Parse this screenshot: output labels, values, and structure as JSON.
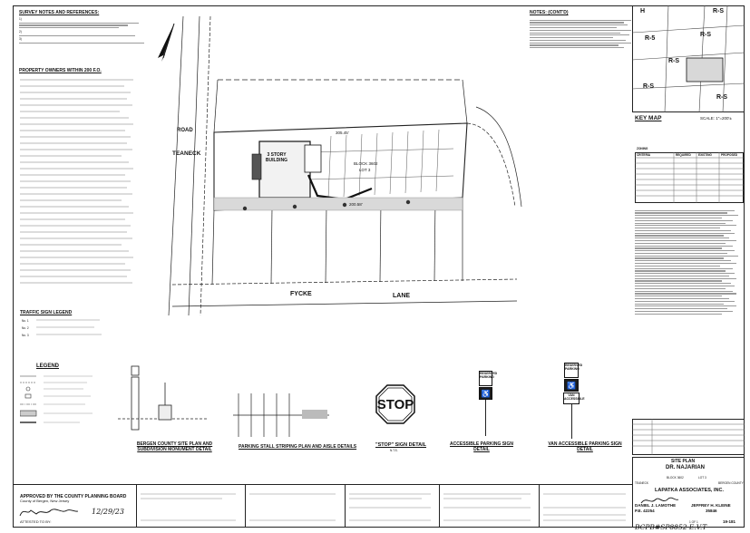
{
  "survey_notes": {
    "title": "SURVEY NOTES AND REFERENCES:",
    "items": [
      "1)",
      "2)",
      "3)"
    ]
  },
  "property_owners": {
    "title": "PROPERTY OWNERS WITHIN 200 F.O."
  },
  "site": {
    "road_teaneck": "TEANECK",
    "road_road": "ROAD",
    "road_fycke": "FYCKE",
    "road_lane": "LANE",
    "building_label": "3 STORY BUILDING",
    "block_label": "BLOCK 3602",
    "lot_label": "LOT 3",
    "dimension_top": "305.45'",
    "dimension_bottom": "200.58'"
  },
  "traffic_sign_legend": {
    "title": "TRAFFIC SIGN LEGEND",
    "rows": [
      "No. 1",
      "No. 2",
      "No. 3"
    ]
  },
  "legend": {
    "title": "LEGEND"
  },
  "notes_cont": {
    "title": "NOTES: (CONT'D)"
  },
  "key_map": {
    "labels": [
      "H",
      "R-S",
      "R-5",
      "R-S",
      "R-S",
      "R-S",
      "R-S"
    ],
    "caption": "KEY MAP",
    "scale": "SCALE: 1\"=200'±"
  },
  "zoning_table": {
    "title": "ZONING",
    "headers": [
      "CRITERIA",
      "REQUIRED",
      "EXISTING",
      "PROPOSED"
    ]
  },
  "details": {
    "bergen": "BERGEN COUNTY SITE PLAN AND SUBDIVISION MONUMENT DETAIL",
    "parking": "PARKING STALL STRIPING PLAN AND AISLE DETAILS",
    "stop_detail": "\"STOP\" SIGN DETAIL",
    "stop_scale": "N.T.S.",
    "stop_text": "STOP",
    "accessible": "ACCESSIBLE PARKING SIGN DETAIL",
    "van": "VAN ACCESSIBLE PARKING SIGN DETAIL",
    "reserved": "RESERVED PARKING",
    "van_sign": "VAN ACCESSIBLE"
  },
  "approvals": {
    "county": "APPROVED BY THE COUNTY PLANNING BOARD",
    "county_sub": "County of Bergen, New Jersey",
    "date_handwritten": "12/29/23",
    "attested": "ATTESTED TO BY:"
  },
  "title_block": {
    "sheet_title": "SITE PLAN",
    "client": "DR. NAJARIAN",
    "block": "BLOCK 3602",
    "lot": "LOT 3",
    "town": "TEANECK",
    "county": "BERGEN COUNTY",
    "firm": "LAPATKA ASSOCIATES, INC.",
    "engineer1": "DANIEL J. LAMOTHE",
    "license1": "P.E. 42254",
    "engineer2": "JEFFREY H. KLEINE",
    "license2": "35846",
    "sheet_no": "1 OF 1",
    "job_no": "19-181",
    "handwritten_note": "BCPB#SP8852 E.V.T"
  }
}
